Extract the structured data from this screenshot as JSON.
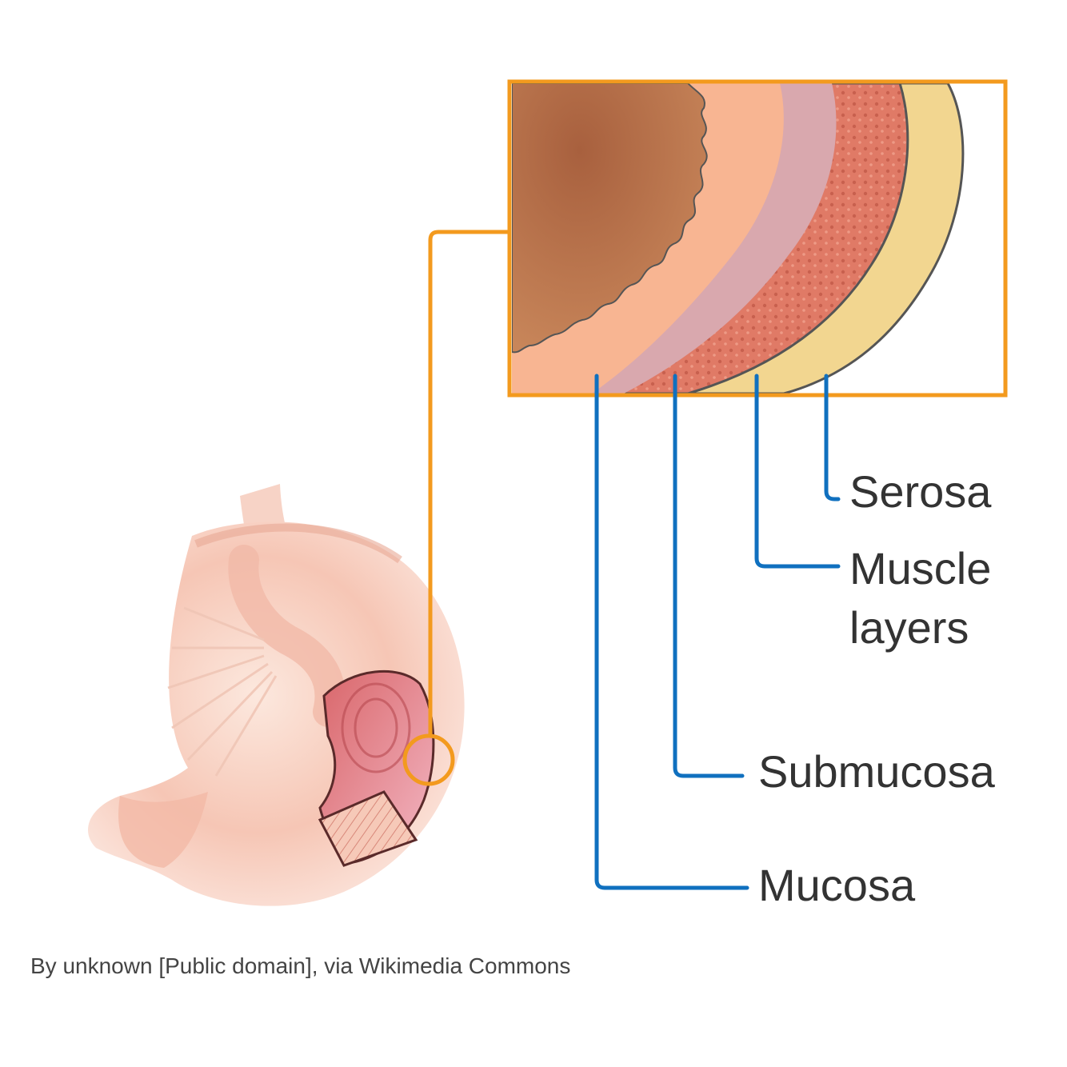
{
  "labels": {
    "serosa": "Serosa",
    "muscle_line1": "Muscle",
    "muscle_line2": "layers",
    "submucosa": "Submucosa",
    "mucosa": "Mucosa"
  },
  "credit": "By unknown [Public domain], via Wikimedia Commons",
  "colors": {
    "zoom_frame": "#F39A1E",
    "leader_lines": "#1070BF",
    "lumen": "#B8764A",
    "mucosa": "#F8B592",
    "submucosa": "#D9A8AE",
    "muscle": "#E07A66",
    "serosa": "#F2D690",
    "stomach_outer": "#F7C4B4",
    "stomach_inner": "#E88D86"
  }
}
